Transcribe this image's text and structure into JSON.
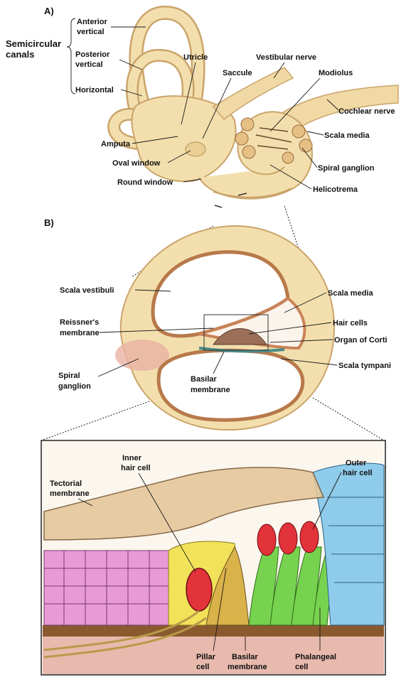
{
  "panel_a": {
    "tag": "A)",
    "group_label": [
      "Semicircular",
      "canals"
    ],
    "canals": {
      "anterior": [
        "Anterior",
        "vertical"
      ],
      "posterior": [
        "Posterior",
        "vertical"
      ],
      "horizontal": "Horizontal"
    },
    "labels": {
      "utricle": "Utricle",
      "saccule": "Saccule",
      "vestibular_nerve": "Vestibular nerve",
      "modiolus": "Modiolus",
      "cochlear_nerve": "Cochlear nerve",
      "scala_media": "Scala media",
      "spiral_ganglion": "Spiral ganglion",
      "helicotrema": "Helicotrema",
      "amputa": "Amputa",
      "oval_window": "Oval window",
      "round_window": "Round window"
    }
  },
  "panel_b": {
    "tag": "B)",
    "labels": {
      "scala_vestibuli": "Scala vestibuli",
      "scala_media": "Scala media",
      "reissners": [
        "Reissner's",
        "membrane"
      ],
      "hair_cells": "Hair cells",
      "organ_of_corti": "Organ of Corti",
      "spiral_ganglion": [
        "Spiral",
        "ganglion"
      ],
      "scala_tympani": "Scala tympani",
      "basilar": [
        "Basilar",
        "membrane"
      ]
    }
  },
  "panel_c": {
    "labels": {
      "tectorial": [
        "Tectorial",
        "membrane"
      ],
      "inner_hair_cell": [
        "Inner",
        "hair cell"
      ],
      "outer_hair_cell": [
        "Outer",
        "hair cell"
      ],
      "pillar_cell": [
        "Pillar",
        "cell"
      ],
      "basilar": [
        "Basilar",
        "membrane"
      ],
      "phalangeal": [
        "Phalangeal",
        "cell"
      ]
    }
  },
  "colors": {
    "bone": "#f3dfae",
    "bone_dark": "#caa46a",
    "duct": "#d89466",
    "pink_cells": "#e79ad6",
    "red_cells": "#e2323a",
    "green_cells": "#77d34f",
    "blue_cells": "#8fcbea",
    "yellow_cells": "#f2e25a",
    "tan_base": "#8a5a2e",
    "membrane_pink": "#e8b9ad"
  }
}
